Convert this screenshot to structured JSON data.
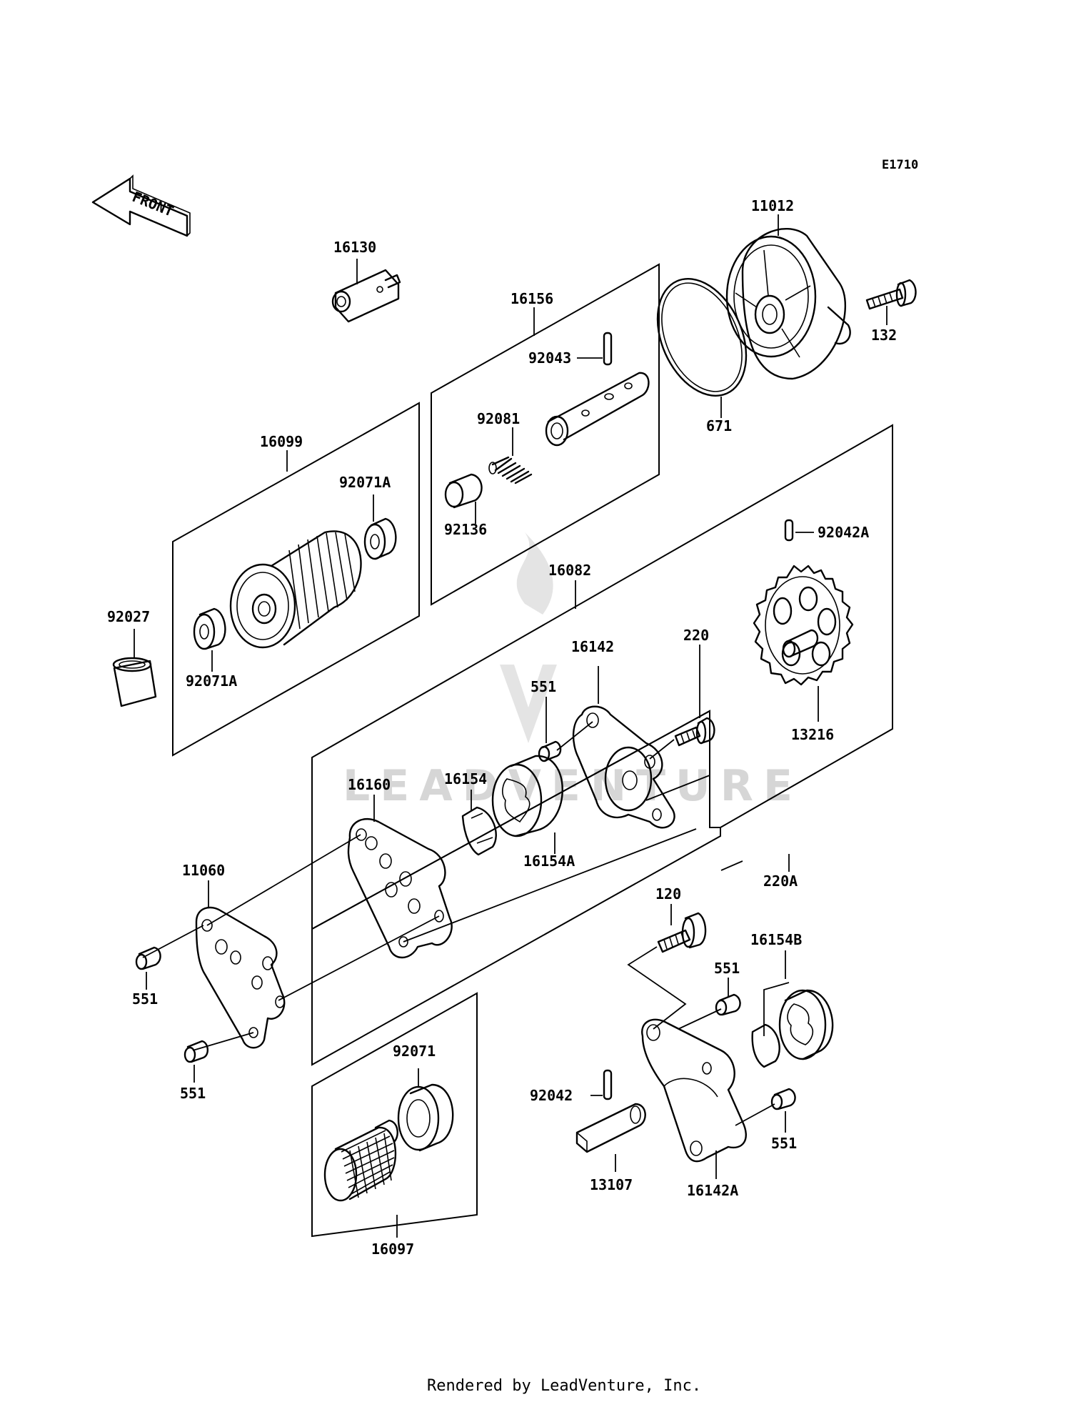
{
  "diagram": {
    "code": "E1710",
    "front_label": "FRONT",
    "footer": "Rendered by LeadVenture, Inc.",
    "watermark": "LEADVENTURE"
  },
  "labels": {
    "l16130": "16130",
    "l16156": "16156",
    "l92043": "92043",
    "l92081": "92081",
    "l92136": "92136",
    "l11012": "11012",
    "l132": "132",
    "l671": "671",
    "l16099": "16099",
    "l92071A_top": "92071A",
    "l92071A_bot": "92071A",
    "l92027": "92027",
    "l16082": "16082",
    "l92042A": "92042A",
    "l13216": "13216",
    "l220": "220",
    "l16142": "16142",
    "l551_a": "551",
    "l16154": "16154",
    "l16154A": "16154A",
    "l16160": "16160",
    "l220A": "220A",
    "l11060": "11060",
    "l551_b": "551",
    "l551_c": "551",
    "l120": "120",
    "l16154B": "16154B",
    "l551_d": "551",
    "l92042": "92042",
    "l551_e": "551",
    "l13107": "13107",
    "l16142A": "16142A",
    "l92071": "92071",
    "l16097": "16097"
  }
}
